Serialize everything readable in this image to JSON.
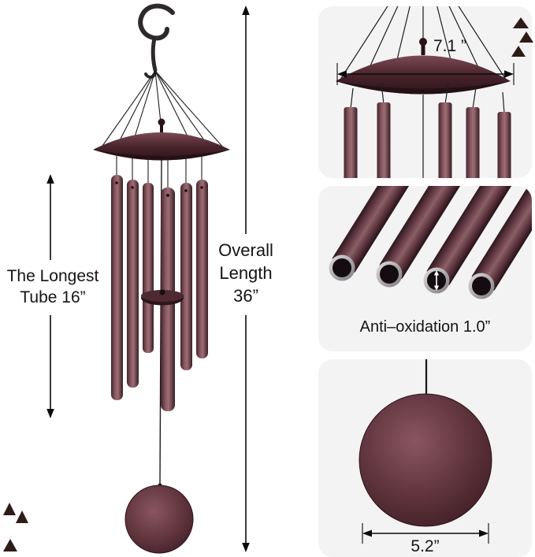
{
  "labels": {
    "longest_tube_line1": "The Longest",
    "longest_tube_line2": "Tube 16”",
    "overall_length_line1": "Overall",
    "overall_length_line2": "Length",
    "overall_length_line3": "36”",
    "canopy_width": "7.1 ”",
    "anti_oxidation": "Anti–oxidation 1.0”",
    "sail_diameter": "5.2”"
  },
  "colors": {
    "background": "#ffffff",
    "panel_background": "#f3f3f3",
    "text": "#141414",
    "arrow": "#0b0b0b",
    "chime_metal_dark": "#3a1d24",
    "chime_metal_mid": "#7d525c",
    "chime_metal_light": "#9d6e74",
    "hook_metal": "#2e2a2a",
    "tube_opening_rim": "#d6d4d6",
    "tube_opening_inner": "#140c10",
    "triangle_decoration": "#2e1b16"
  },
  "decorations": {
    "triangles_top_right": 3,
    "triangles_bottom_left": 3
  }
}
